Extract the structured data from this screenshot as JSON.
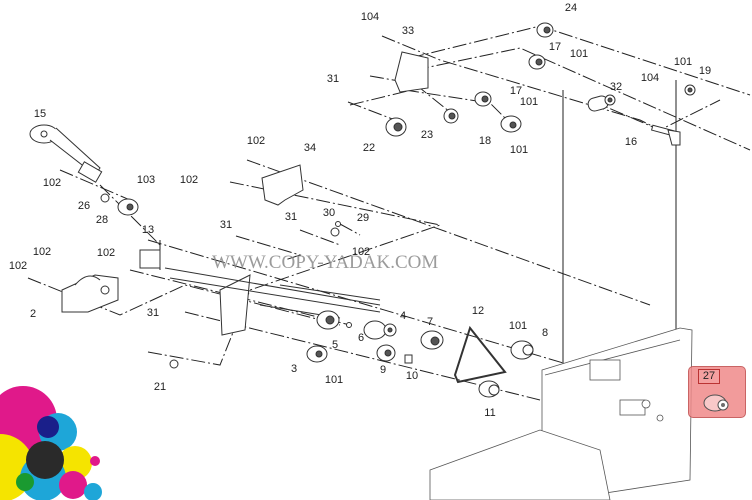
{
  "diagram": {
    "type": "exploded-parts-diagram",
    "watermark": "WWW.COPY-YADAK.COM",
    "highlight": {
      "part": "27",
      "color": "#f08a8a"
    },
    "labels": [
      {
        "id": "l104a",
        "text": "104"
      },
      {
        "id": "l33",
        "text": "33"
      },
      {
        "id": "l24",
        "text": "24"
      },
      {
        "id": "l17a",
        "text": "17"
      },
      {
        "id": "l101a",
        "text": "101"
      },
      {
        "id": "l31a",
        "text": "31"
      },
      {
        "id": "l17b",
        "text": "17"
      },
      {
        "id": "l101b",
        "text": "101"
      },
      {
        "id": "l22",
        "text": "22"
      },
      {
        "id": "l23",
        "text": "23"
      },
      {
        "id": "l18",
        "text": "18"
      },
      {
        "id": "l101c",
        "text": "101"
      },
      {
        "id": "l101d",
        "text": "101"
      },
      {
        "id": "l104b",
        "text": "104"
      },
      {
        "id": "l19",
        "text": "19"
      },
      {
        "id": "l32",
        "text": "32"
      },
      {
        "id": "l16",
        "text": "16"
      },
      {
        "id": "l15",
        "text": "15"
      },
      {
        "id": "l102a",
        "text": "102"
      },
      {
        "id": "l103",
        "text": "103"
      },
      {
        "id": "l102b",
        "text": "102"
      },
      {
        "id": "l34",
        "text": "34"
      },
      {
        "id": "l102c",
        "text": "102"
      },
      {
        "id": "l26",
        "text": "26"
      },
      {
        "id": "l28",
        "text": "28"
      },
      {
        "id": "l13",
        "text": "13"
      },
      {
        "id": "l31b",
        "text": "31"
      },
      {
        "id": "l31c",
        "text": "31"
      },
      {
        "id": "l30",
        "text": "30"
      },
      {
        "id": "l29",
        "text": "29"
      },
      {
        "id": "l102d",
        "text": "102"
      },
      {
        "id": "l102e",
        "text": "102"
      },
      {
        "id": "l102f",
        "text": "102"
      },
      {
        "id": "l102g",
        "text": "102"
      },
      {
        "id": "l2",
        "text": "2"
      },
      {
        "id": "l31d",
        "text": "31"
      },
      {
        "id": "l21",
        "text": "21"
      },
      {
        "id": "l12",
        "text": "12"
      },
      {
        "id": "l4",
        "text": "4"
      },
      {
        "id": "l5",
        "text": "5"
      },
      {
        "id": "l6",
        "text": "6"
      },
      {
        "id": "l7",
        "text": "7"
      },
      {
        "id": "l101e",
        "text": "101"
      },
      {
        "id": "l8",
        "text": "8"
      },
      {
        "id": "l3",
        "text": "3"
      },
      {
        "id": "l101f",
        "text": "101"
      },
      {
        "id": "l9",
        "text": "9"
      },
      {
        "id": "l10",
        "text": "10"
      },
      {
        "id": "l11",
        "text": "11"
      }
    ]
  }
}
